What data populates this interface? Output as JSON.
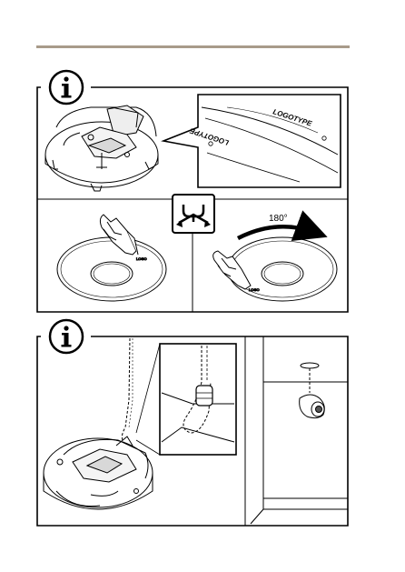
{
  "header": {
    "rule_color": "#a89b8a"
  },
  "panel1": {
    "info_icon": "info-icon",
    "callout_text_top": "LOGOTYPE",
    "callout_text_bottom": "LOGOTYPE",
    "action_icon": "split-arrows-icon",
    "rotation_label": "180°"
  },
  "panel2": {
    "info_icon": "info-icon"
  }
}
